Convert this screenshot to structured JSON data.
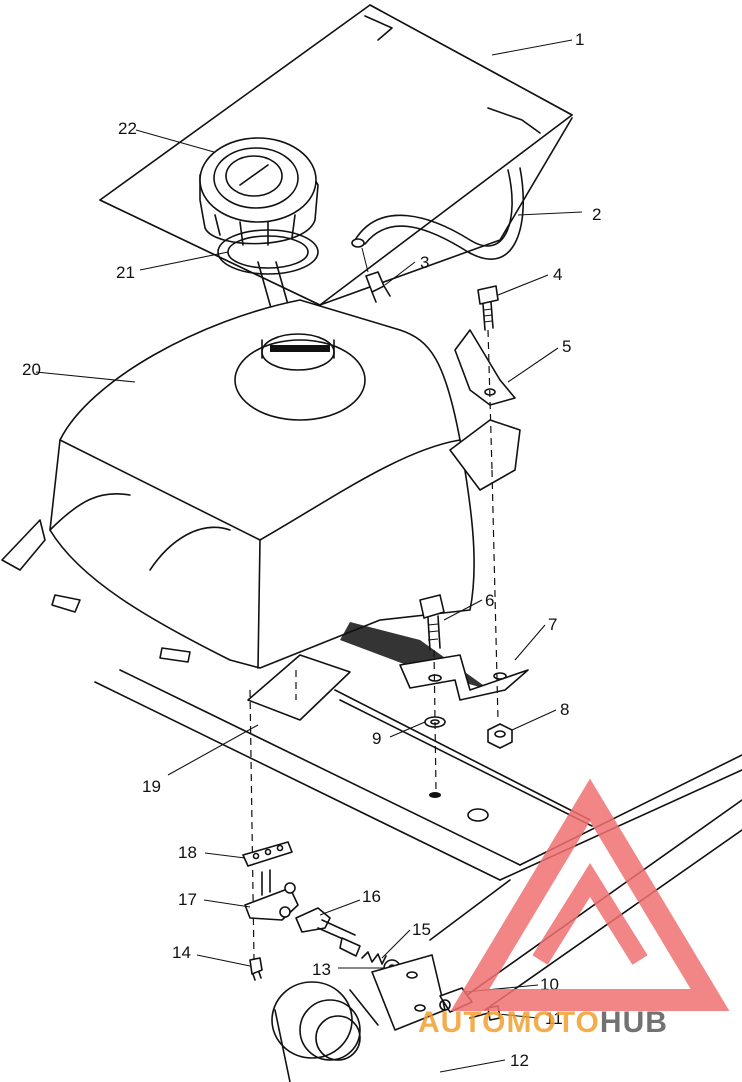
{
  "callouts": [
    {
      "id": "1",
      "label": "1"
    },
    {
      "id": "2",
      "label": "2"
    },
    {
      "id": "3",
      "label": "3"
    },
    {
      "id": "4",
      "label": "4"
    },
    {
      "id": "5",
      "label": "5"
    },
    {
      "id": "6",
      "label": "6"
    },
    {
      "id": "7",
      "label": "7"
    },
    {
      "id": "8",
      "label": "8"
    },
    {
      "id": "9",
      "label": "9"
    },
    {
      "id": "10",
      "label": "10"
    },
    {
      "id": "11",
      "label": "11"
    },
    {
      "id": "12",
      "label": "12"
    },
    {
      "id": "13",
      "label": "13"
    },
    {
      "id": "14",
      "label": "14"
    },
    {
      "id": "15",
      "label": "15"
    },
    {
      "id": "16",
      "label": "16"
    },
    {
      "id": "17",
      "label": "17"
    },
    {
      "id": "18",
      "label": "18"
    },
    {
      "id": "19",
      "label": "19"
    },
    {
      "id": "20",
      "label": "20"
    },
    {
      "id": "21",
      "label": "21"
    },
    {
      "id": "22",
      "label": "22"
    }
  ],
  "watermark": {
    "text_part1": "AUTOMOTO",
    "text_part2": "HUB",
    "color_primary": "#f0a030",
    "color_secondary": "#5a5a5a",
    "logo_color": "#f07070"
  }
}
